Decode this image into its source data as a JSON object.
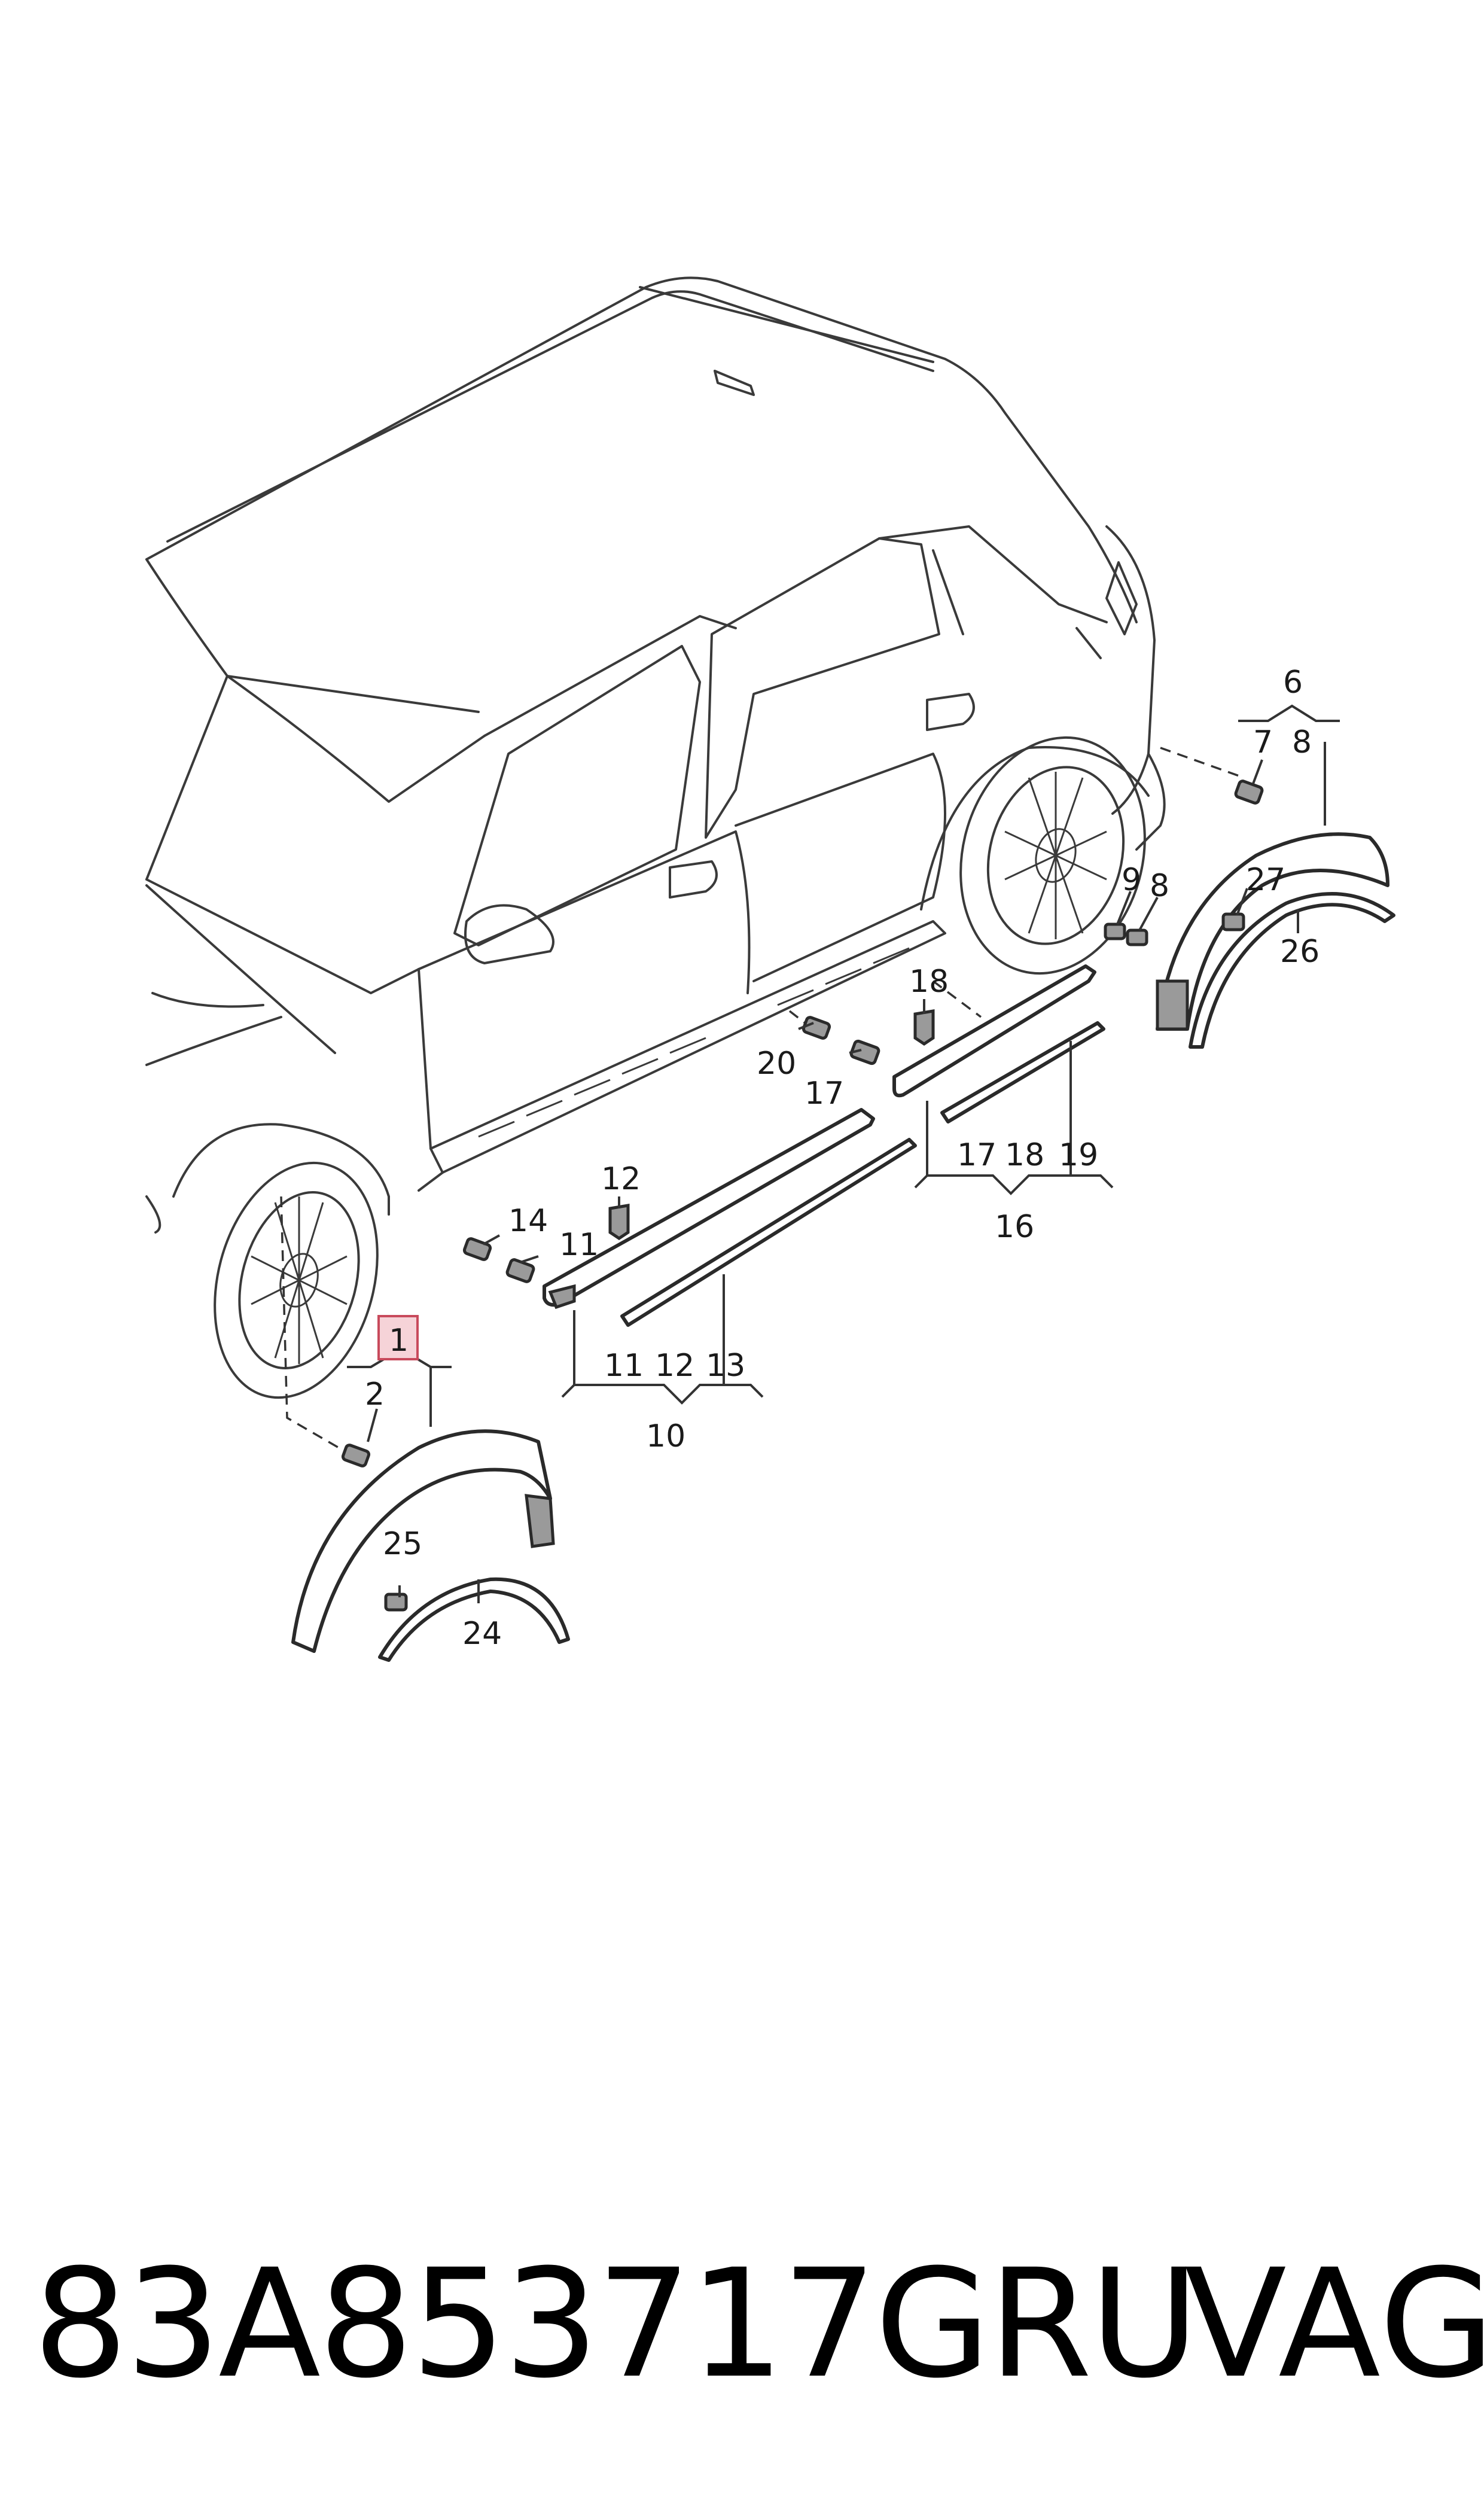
{
  "diagram": {
    "callouts": {
      "c1": "1",
      "c2": "2",
      "c6": "6",
      "c7": "7",
      "c8a": "8",
      "c8b": "8",
      "c9": "9",
      "c10": "10",
      "c11a": "11",
      "c11b": "11",
      "c12a": "12",
      "c12b": "12",
      "c13": "13",
      "c14": "14",
      "c16": "16",
      "c17a": "17",
      "c17b": "17",
      "c18a": "18",
      "c18b": "18",
      "c19": "19",
      "c20": "20",
      "c24": "24",
      "c25": "25",
      "c26": "26",
      "c27": "27"
    },
    "highlighted_callout": "1",
    "highlight_color": "#f6d3d8"
  },
  "footer": {
    "part_number": "83A853717GRU",
    "brand": "VAG"
  }
}
